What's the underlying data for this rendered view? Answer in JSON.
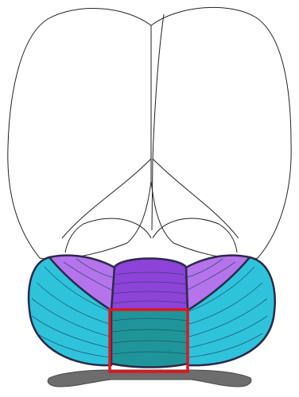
{
  "figure": {
    "colors": {
      "cerebrum_fill": "#ffffff",
      "outline": "#222222",
      "lateral_lobes": "#2ec3db",
      "upper_lobes": "#b574ec",
      "vermis_top": "#8d42d8",
      "vermis_bottom": "#1f9599",
      "brainstem": "#6d6d6d",
      "highlight_box": "#e0161d"
    },
    "regions": [
      {
        "name": "cerebrum",
        "color_key": "cerebrum_fill"
      },
      {
        "name": "cerebellar-hemispheres",
        "color_key": "lateral_lobes"
      },
      {
        "name": "paravermal-lobes",
        "color_key": "upper_lobes"
      },
      {
        "name": "vermis-upper",
        "color_key": "vermis_top"
      },
      {
        "name": "vermis-lower",
        "color_key": "vermis_bottom"
      },
      {
        "name": "brainstem",
        "color_key": "brainstem"
      }
    ],
    "highlight": {
      "target": "vermis-lower"
    }
  }
}
